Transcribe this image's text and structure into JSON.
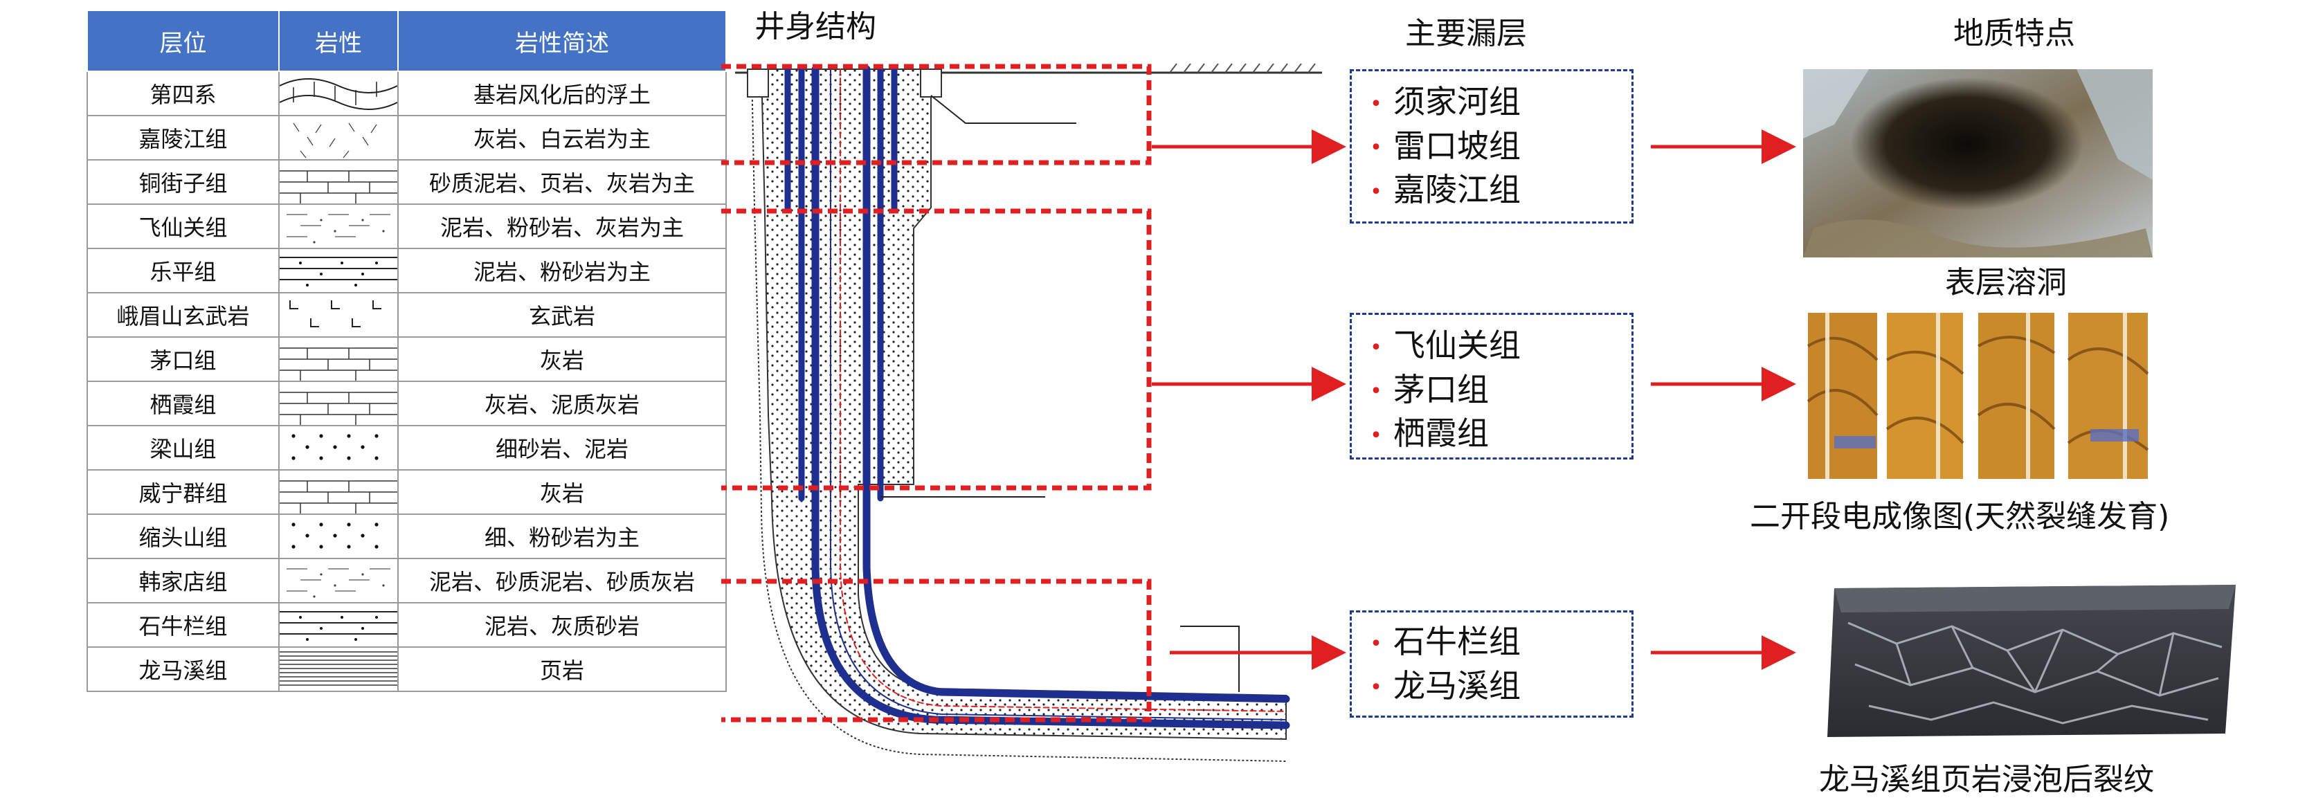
{
  "table": {
    "headers": [
      "层位",
      "岩性",
      "岩性简述"
    ],
    "rows": [
      {
        "layer": "第四系",
        "lith": "quaternary",
        "desc": "基岩风化后的浮土"
      },
      {
        "layer": "嘉陵江组",
        "lith": "limestone-dolomite",
        "desc": "灰岩、白云岩为主"
      },
      {
        "layer": "铜街子组",
        "lith": "limestone",
        "desc": "砂质泥岩、页岩、灰岩为主"
      },
      {
        "layer": "飞仙关组",
        "lith": "mudstone-dots",
        "desc": "泥岩、粉砂岩、灰岩为主"
      },
      {
        "layer": "乐平组",
        "lith": "siltstone",
        "desc": "泥岩、粉砂岩为主"
      },
      {
        "layer": "峨眉山玄武岩",
        "lith": "basalt",
        "desc": "玄武岩"
      },
      {
        "layer": "茅口组",
        "lith": "limestone",
        "desc": "灰岩"
      },
      {
        "layer": "栖霞组",
        "lith": "limestone",
        "desc": "灰岩、泥质灰岩"
      },
      {
        "layer": "梁山组",
        "lith": "sandstone",
        "desc": "细砂岩、泥岩"
      },
      {
        "layer": "威宁群组",
        "lith": "limestone",
        "desc": "灰岩"
      },
      {
        "layer": "缩头山组",
        "lith": "sandstone",
        "desc": "细、粉砂岩为主"
      },
      {
        "layer": "韩家店组",
        "lith": "mudstone-dots",
        "desc": "泥岩、砂质泥岩、砂质灰岩"
      },
      {
        "layer": "石牛栏组",
        "lith": "siltstone",
        "desc": "泥岩、灰质砂岩"
      },
      {
        "layer": "龙马溪组",
        "lith": "shale",
        "desc": "页岩"
      }
    ]
  },
  "titles": {
    "well": "井身结构",
    "zones": "主要漏层",
    "geology": "地质特点"
  },
  "zones": [
    {
      "items": [
        "须家河组",
        "雷口坡组",
        "嘉陵江组"
      ]
    },
    {
      "items": [
        "飞仙关组",
        "茅口组",
        "栖霞组"
      ]
    },
    {
      "items": [
        "石牛栏组",
        "龙马溪组"
      ]
    }
  ],
  "captions": [
    "表层溶洞",
    "二开段电成像图(天然裂缝发育)",
    "龙马溪组页岩浸泡后裂纹"
  ],
  "colors": {
    "header": "#4472c4",
    "casing": "#1f2f8f",
    "dashed_zone": "#e02020",
    "zone_box": "#1f3a93",
    "arrow": "#e02020"
  }
}
